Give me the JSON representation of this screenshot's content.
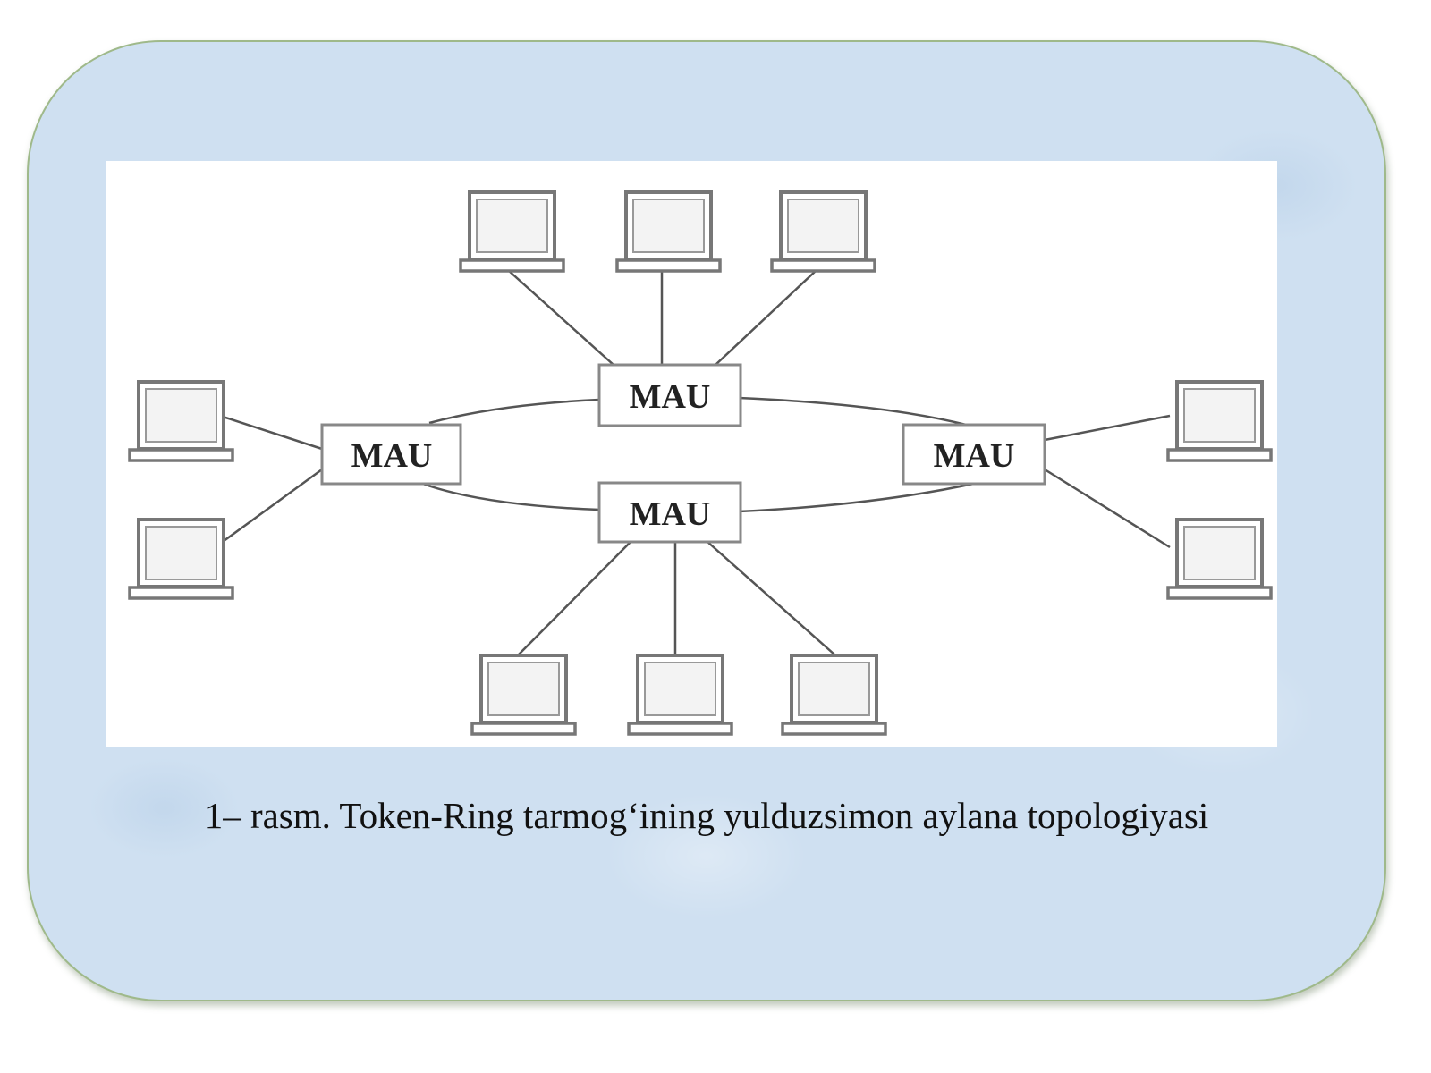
{
  "diagram": {
    "hubs": [
      {
        "id": "top",
        "label": "MAU"
      },
      {
        "id": "left",
        "label": "MAU"
      },
      {
        "id": "right",
        "label": "MAU"
      },
      {
        "id": "bottom",
        "label": "MAU"
      }
    ],
    "computer_icon": "laptop-icon",
    "computers": [
      {
        "hub": "top"
      },
      {
        "hub": "top"
      },
      {
        "hub": "top"
      },
      {
        "hub": "left"
      },
      {
        "hub": "left"
      },
      {
        "hub": "right"
      },
      {
        "hub": "right"
      },
      {
        "hub": "bottom"
      },
      {
        "hub": "bottom"
      },
      {
        "hub": "bottom"
      }
    ],
    "ring_links": [
      {
        "from": "top",
        "to": "right"
      },
      {
        "from": "right",
        "to": "bottom"
      },
      {
        "from": "bottom",
        "to": "left"
      },
      {
        "from": "left",
        "to": "top"
      }
    ]
  },
  "caption": "1– rasm. Token-Ring tarmog‘ining yulduzsimon aylana topologiyasi",
  "colors": {
    "background": "#cfe0f1",
    "border": "#9fb98a",
    "line": "#555555",
    "box": "#888888"
  }
}
